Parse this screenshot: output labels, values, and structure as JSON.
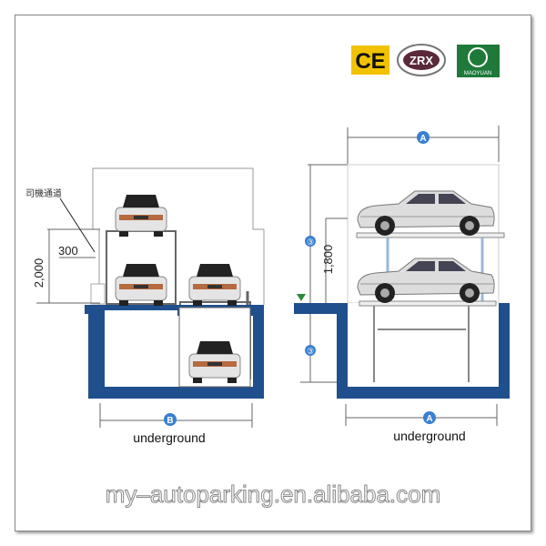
{
  "logos": {
    "ce": {
      "text": "CE",
      "color": "#f2c200"
    },
    "zrx": {
      "text": "ZRX",
      "color": "#5a2a3a"
    },
    "maoyuan": {
      "text": "MAOYUAN",
      "color": "#1f7a3a"
    }
  },
  "left_diagram": {
    "driver_passage_label": "司機通道",
    "height_dimension": "2,000",
    "step_dimension": "300",
    "width_marker": "B",
    "caption": "underground"
  },
  "right_diagram": {
    "top_width_marker": "A",
    "height_dimension": "1,800",
    "upper_height_marker": "③",
    "lower_height_marker": "③",
    "bottom_width_marker": "A",
    "caption": "underground"
  },
  "colors": {
    "pit": "#1f4f8c",
    "marker": "#3a7fd0",
    "ground_marker": "#2a8a3a"
  },
  "watermark": "my–autoparking.en.alibaba.com"
}
